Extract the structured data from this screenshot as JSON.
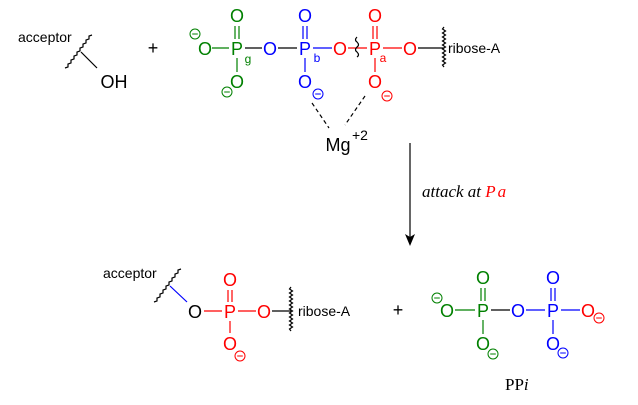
{
  "colors": {
    "gamma": "#008000",
    "beta": "#0000ff",
    "alpha": "#ff0000",
    "black": "#000000"
  },
  "reactants": {
    "acceptor_label": "acceptor",
    "hydroxyl": "OH",
    "plus": "+",
    "atp": {
      "O": "O",
      "P": "P",
      "label_gamma": "g",
      "label_beta": "b",
      "label_alpha": "a",
      "ribose": "ribose-A"
    },
    "metal": "Mg",
    "metal_charge": "+2"
  },
  "arrow": {
    "text_prefix": "attack at ",
    "text_P": "P",
    "text_sub": "a"
  },
  "products": {
    "acceptor_label": "acceptor",
    "O": "O",
    "P": "P",
    "ribose": "ribose-A",
    "plus": "+",
    "ppi_label_main": "PP",
    "ppi_label_italic": "i"
  }
}
